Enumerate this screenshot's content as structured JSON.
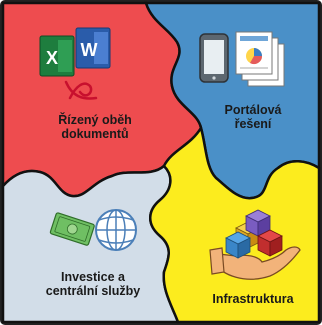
{
  "pieces": [
    {
      "id": "doc",
      "lines": [
        "Řízený oběh",
        "dokumentů"
      ],
      "color": "#ee4c4f"
    },
    {
      "id": "portal",
      "lines": [
        "Portálová",
        "řešení"
      ],
      "color": "#4a90c8"
    },
    {
      "id": "invest",
      "lines": [
        "Investice a",
        "centrální služby"
      ],
      "color": "#d2dde8"
    },
    {
      "id": "infra",
      "lines": [
        "Infrastruktura"
      ],
      "color": "#fcec1e"
    }
  ],
  "icon_letters": {
    "excel": "X",
    "word": "W"
  }
}
